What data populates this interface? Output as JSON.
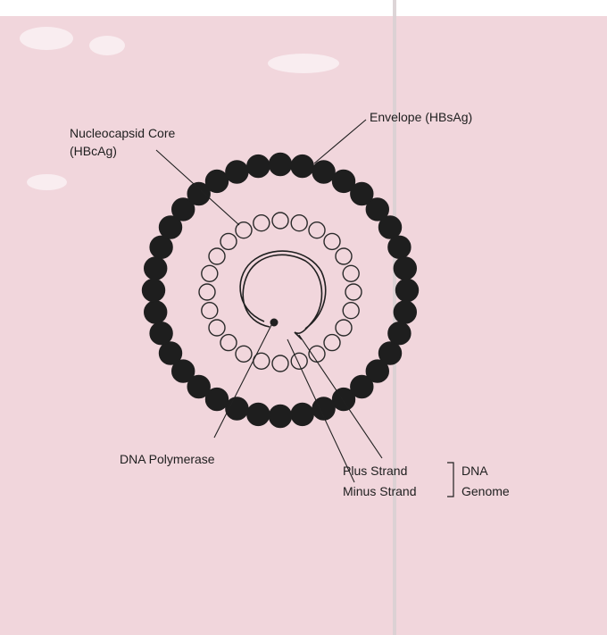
{
  "labels": {
    "nucleocapsid_line1": "Nucleocapsid Core",
    "nucleocapsid_line2": "(HBcAg)",
    "envelope": "Envelope (HBsAg)",
    "dna_polymerase": "DNA Polymerase",
    "plus_strand": "Plus Strand",
    "minus_strand": "Minus Strand",
    "dna_genome_line1": "DNA",
    "dna_genome_line2": "Genome"
  },
  "colors": {
    "background": "#f1d6dc",
    "ink": "#202020"
  }
}
